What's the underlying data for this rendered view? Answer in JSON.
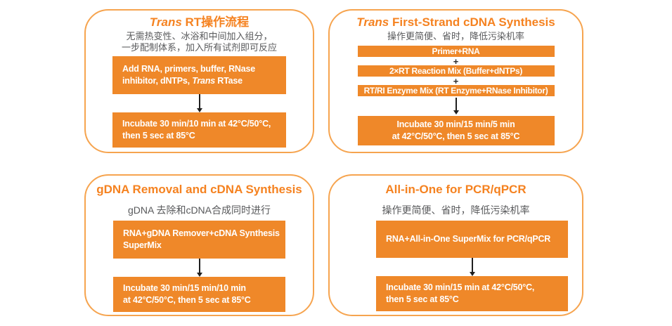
{
  "colors": {
    "box_fill": "#EF8829",
    "panel_border": "#F6A44F",
    "title_text": "#F58220",
    "body_text": "#58595B",
    "box_text": "#FFFFFF",
    "arrow": "#1F1F1F",
    "plus_sign": "#2B2B2B"
  },
  "panels": [
    {
      "title_italic": "Trans",
      "title_rest": " RT操作流程",
      "subtitle_line1": "无需热变性、冰浴和中间加入组分，",
      "subtitle_line2": "一步配制体系，加入所有试剂即可反应",
      "step1_line1": "Add RNA, primers, buffer, RNase",
      "step1_line2_pre": "inhibitor, dNTPs, ",
      "step1_line2_italic": "Trans",
      "step1_line2_post": " RTase",
      "step2_line1": "Incubate 30 min/10 min at 42°C/50°C,",
      "step2_line2": "then 5 sec at 85°C"
    },
    {
      "title_italic": "Trans",
      "title_rest": " First-Strand cDNA Synthesis",
      "subtitle": "操作更简便、省时，降低污染机率",
      "bar1": "Primer+RNA",
      "plus1": "+",
      "bar2": "2×RT Reaction Mix (Buffer+dNTPs)",
      "plus2": "+",
      "bar3": "RT/RI Enzyme Mix (RT Enzyme+RNase Inhibitor)",
      "result_line1": "Incubate 30 min/15 min/5 min",
      "result_line2": "at 42°C/50°C, then 5 sec at 85°C"
    },
    {
      "title": "gDNA Removal and cDNA Synthesis",
      "subtitle": "gDNA 去除和cDNA合成同时进行",
      "step1_line1": "RNA+gDNA Remover+cDNA Synthesis",
      "step1_line2": "SuperMix",
      "step2_line1": "Incubate 30 min/15 min/10 min",
      "step2_line2": "at 42°C/50°C, then 5 sec at 85°C"
    },
    {
      "title": "All-in-One for PCR/qPCR",
      "subtitle": "操作更简便、省时，降低污染机率",
      "step1": "RNA+All-in-One SuperMix for PCR/qPCR",
      "step2_line1": "Incubate 30 min/15 min at 42°C/50°C,",
      "step2_line2": "then 5 sec at 85°C"
    }
  ]
}
